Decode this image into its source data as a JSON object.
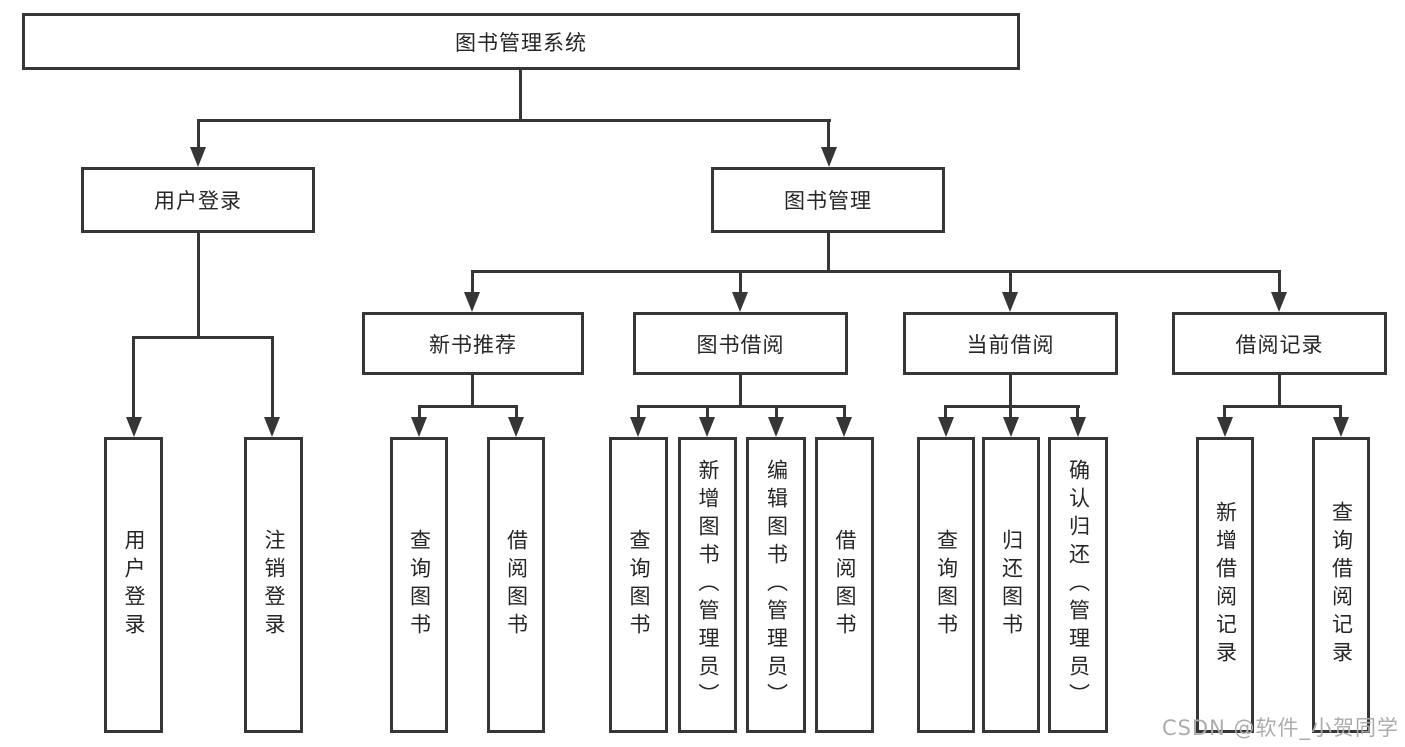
{
  "tree": {
    "label": "图书管理系统",
    "children": [
      {
        "label": "用户登录",
        "children": [
          {
            "label": "用户登录"
          },
          {
            "label": "注销登录"
          }
        ]
      },
      {
        "label": "图书管理",
        "children": [
          {
            "label": "新书推荐",
            "children": [
              {
                "label": "查询图书"
              },
              {
                "label": "借阅图书"
              }
            ]
          },
          {
            "label": "图书借阅",
            "children": [
              {
                "label": "查询图书"
              },
              {
                "label": "新增图书（管理员）"
              },
              {
                "label": "编辑图书（管理员）"
              },
              {
                "label": "借阅图书"
              }
            ]
          },
          {
            "label": "当前借阅",
            "children": [
              {
                "label": "查询图书"
              },
              {
                "label": "归还图书"
              },
              {
                "label": "确认归还（管理员）"
              }
            ]
          },
          {
            "label": "借阅记录",
            "children": [
              {
                "label": "新增借阅记录"
              },
              {
                "label": "查询借阅记录"
              }
            ]
          }
        ]
      }
    ]
  },
  "watermark": "CSDN @软件_小贺同学",
  "colors": {
    "line": "#363636",
    "text": "#262626",
    "background": "#ffffff",
    "watermark": "#acacac"
  }
}
